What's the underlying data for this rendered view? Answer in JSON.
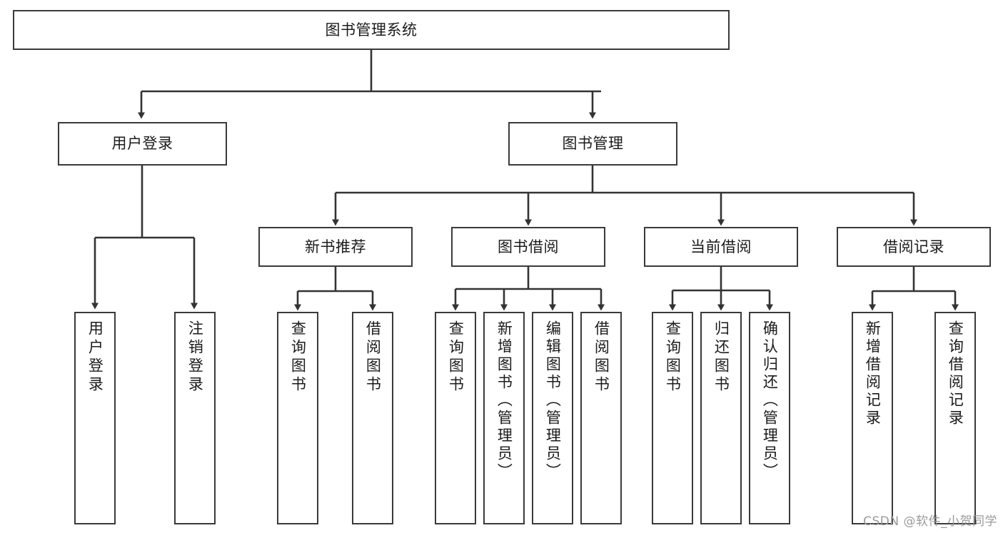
{
  "diagram": {
    "title": "图书管理系统",
    "type": "tree-hierarchy",
    "stroke_color": "#3a3a3a",
    "text_color": "#1b1b1b",
    "background": "#ffffff",
    "levels": [
      {
        "level": 1,
        "nodes": [
          {
            "id": "root",
            "label": "图书管理系统",
            "orientation": "horizontal"
          }
        ]
      },
      {
        "level": 2,
        "nodes": [
          {
            "id": "user-login",
            "label": "用户登录",
            "orientation": "horizontal",
            "parent": "root"
          },
          {
            "id": "book-manage",
            "label": "图书管理",
            "orientation": "horizontal",
            "parent": "root"
          }
        ]
      },
      {
        "level": 3,
        "nodes": [
          {
            "id": "new-book-rec",
            "label": "新书推荐",
            "orientation": "horizontal",
            "parent": "book-manage"
          },
          {
            "id": "book-borrow",
            "label": "图书借阅",
            "orientation": "horizontal",
            "parent": "book-manage"
          },
          {
            "id": "current-borrow",
            "label": "当前借阅",
            "orientation": "horizontal",
            "parent": "book-manage"
          },
          {
            "id": "borrow-record",
            "label": "借阅记录",
            "orientation": "horizontal",
            "parent": "book-manage"
          }
        ]
      },
      {
        "level": 4,
        "nodes": [
          {
            "id": "leaf-user-login",
            "label": "用户登录",
            "orientation": "vertical",
            "parent": "user-login"
          },
          {
            "id": "leaf-logout",
            "label": "注销登录",
            "orientation": "vertical",
            "parent": "user-login"
          },
          {
            "id": "leaf-query-book-1",
            "label": "查询图书",
            "orientation": "vertical",
            "parent": "new-book-rec"
          },
          {
            "id": "leaf-borrow-book-1",
            "label": "借阅图书",
            "orientation": "vertical",
            "parent": "new-book-rec"
          },
          {
            "id": "leaf-query-book-2",
            "label": "查询图书",
            "orientation": "vertical",
            "parent": "book-borrow"
          },
          {
            "id": "leaf-add-book",
            "label": "新增图书（管理员）",
            "orientation": "vertical",
            "parent": "book-borrow"
          },
          {
            "id": "leaf-edit-book",
            "label": "编辑图书（管理员）",
            "orientation": "vertical",
            "parent": "book-borrow"
          },
          {
            "id": "leaf-borrow-book-2",
            "label": "借阅图书",
            "orientation": "vertical",
            "parent": "book-borrow"
          },
          {
            "id": "leaf-query-book-3",
            "label": "查询图书",
            "orientation": "vertical",
            "parent": "current-borrow"
          },
          {
            "id": "leaf-return-book",
            "label": "归还图书",
            "orientation": "vertical",
            "parent": "current-borrow"
          },
          {
            "id": "leaf-confirm-return",
            "label": "确认归还（管理员）",
            "orientation": "vertical",
            "parent": "current-borrow"
          },
          {
            "id": "leaf-add-record",
            "label": "新增借阅记录",
            "orientation": "vertical",
            "parent": "borrow-record"
          },
          {
            "id": "leaf-query-record",
            "label": "查询借阅记录",
            "orientation": "vertical",
            "parent": "borrow-record"
          }
        ]
      }
    ]
  },
  "watermark": {
    "text": "CSDN @软件_小贺同学"
  }
}
